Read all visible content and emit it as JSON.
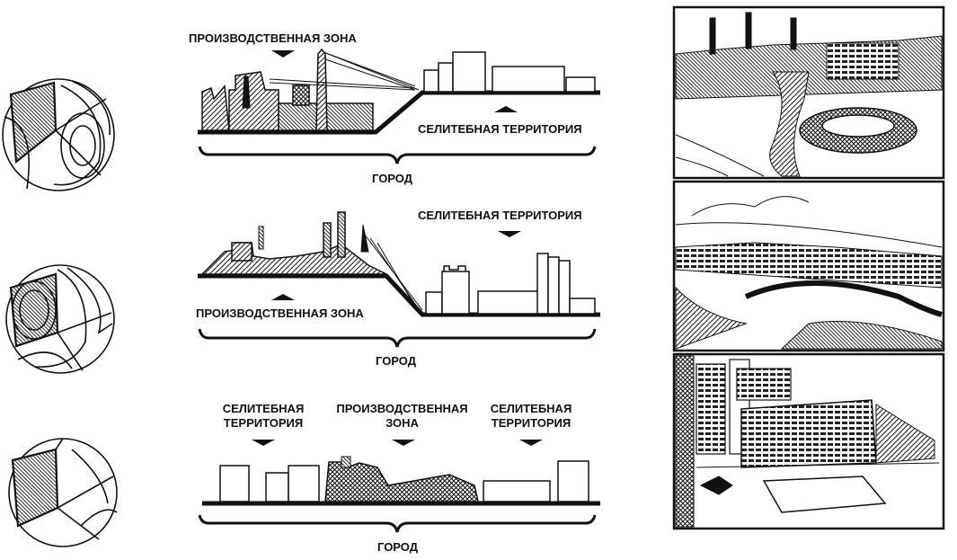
{
  "diagram": {
    "row1": {
      "industrial_zone": "ПРОИЗВОДСТВЕННАЯ ЗОНА",
      "residential": "СЕЛИТЕБНАЯ ТЕРРИТОРИЯ",
      "city": "ГОРОД"
    },
    "row2": {
      "residential": "СЕЛИТЕБНАЯ ТЕРРИТОРИЯ",
      "industrial_zone": "ПРОИЗВОДСТВЕННАЯ ЗОНА",
      "city": "ГОРОД"
    },
    "row3": {
      "residential_left_l1": "СЕЛИТЕБНАЯ",
      "residential_left_l2": "ТЕРРИТОРИЯ",
      "industrial_l1": "ПРОИЗВОДСТВЕННАЯ",
      "industrial_l2": "ЗОНА",
      "residential_right_l1": "СЕЛИТЕБНАЯ",
      "residential_right_l2": "ТЕРРИТОРИЯ",
      "city": "ГОРОД"
    }
  },
  "colors": {
    "ink": "#111111",
    "paper": "#ffffff"
  }
}
